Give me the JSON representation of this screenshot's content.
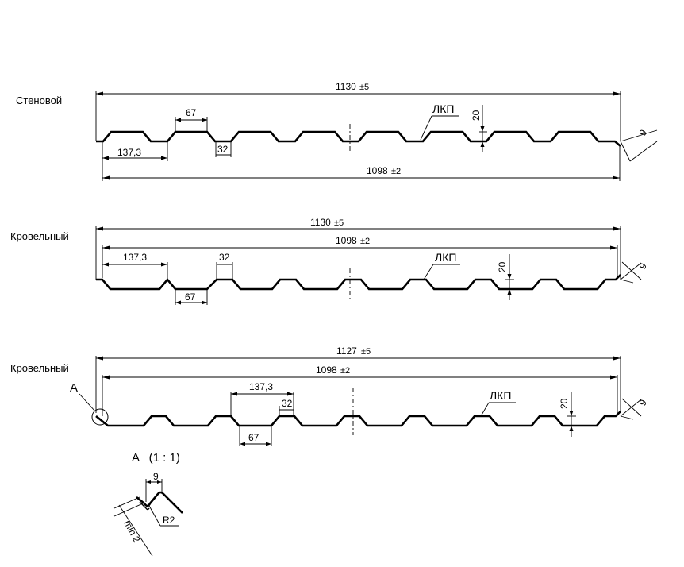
{
  "sections": [
    {
      "label": "Стеновой",
      "overall_width": "1130",
      "overall_tol": "±5",
      "effective_width": "1098",
      "effective_tol": "±2",
      "pitch": "137,3",
      "top_flat": "67",
      "bottom_flat": "32",
      "height": "20",
      "edge": "9",
      "coating": "ЛКП"
    },
    {
      "label": "Кровельный",
      "overall_width": "1130",
      "overall_tol": "±5",
      "effective_width": "1098",
      "effective_tol": "±2",
      "pitch": "137,3",
      "top_flat": "32",
      "bottom_flat": "67",
      "height": "20",
      "edge": "9",
      "coating": "ЛКП"
    },
    {
      "label": "Кровельный",
      "overall_width": "1127",
      "overall_tol": "±5",
      "effective_width": "1098",
      "effective_tol": "±2",
      "pitch": "137,3",
      "top_flat": "32",
      "bottom_flat": "67",
      "height": "20",
      "edge": "9",
      "coating": "ЛКП",
      "callout": "A"
    }
  ],
  "detail": {
    "title": "A   (1 : 1)",
    "width": "9",
    "radius": "R2",
    "min_gap": "min 2"
  }
}
